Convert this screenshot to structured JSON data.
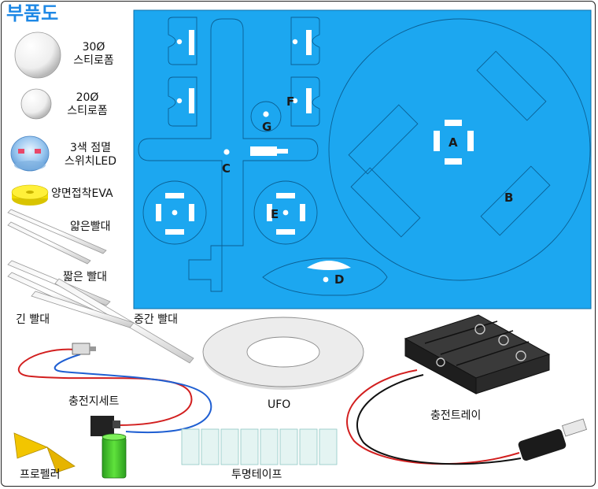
{
  "title": "부품도",
  "sheet": {
    "color": "#1CA7F0",
    "parts": [
      {
        "id": "A",
        "label": "A"
      },
      {
        "id": "B",
        "label": "B"
      },
      {
        "id": "C",
        "label": "C"
      },
      {
        "id": "D",
        "label": "D"
      },
      {
        "id": "E",
        "label": "E"
      },
      {
        "id": "F",
        "label": "F"
      },
      {
        "id": "G",
        "label": "G"
      }
    ]
  },
  "components": {
    "foam30": {
      "line1": "30Ø",
      "line2": "스티로폼"
    },
    "foam20": {
      "line1": "20Ø",
      "line2": "스티로폼"
    },
    "led": {
      "line1": "3색 점멸",
      "line2": "스위치LED"
    },
    "eva": "양면접착EVA",
    "thin_straw": "얇은빨대",
    "short_straw": "짧은 빨대",
    "long_straw": "긴 빨대",
    "medium_straw": "중간 빨대",
    "charger_set": "충전지세트",
    "ufo": "UFO",
    "charging_tray": "충전트레이",
    "propeller": "프로펠러",
    "tape": "투명테이프"
  }
}
